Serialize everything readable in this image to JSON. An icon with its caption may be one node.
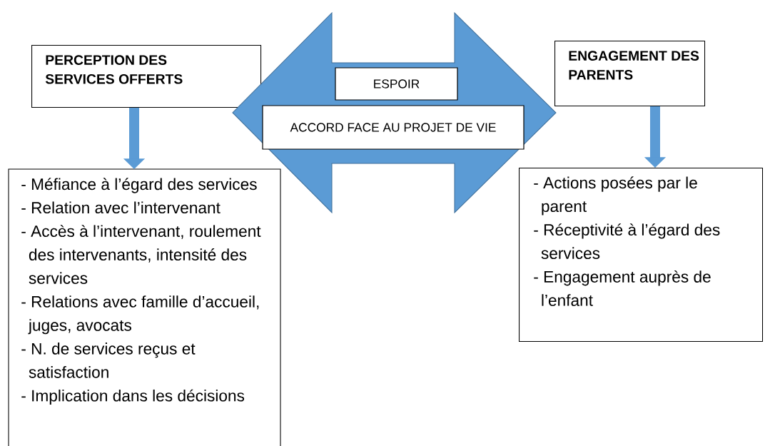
{
  "diagram": {
    "nodes": [
      {
        "text": [
          "PERCEPTION DES SERVICES OFFERTS"
        ]
      },
      {
        "text": [
          "- Méfiance à l’égard des services",
          "- Relation avec l’intervenant",
          "- Accès à l’intervenant, roulement des intervenants, intensité des services",
          "- Relations avec famille d’accueil, juges, avocats",
          "- N. de services reçus et satisfaction",
          "- Implication dans les décisions"
        ]
      },
      {
        "text": [],
        "shape": "arrow"
      },
      {
        "text": [
          "ESPOIR"
        ],
        "in": 2
      },
      {
        "text": [
          "ACCORD FACE AU PROJET DE VIE"
        ],
        "in": 2
      },
      {
        "text": [
          "ENGAGEMENT DES PARENTS"
        ]
      },
      {
        "text": [
          "- Actions posées par le parent",
          "- Réceptivité à l’égard des services",
          "- Engagement auprès de l’enfant"
        ]
      }
    ],
    "edges": [
      {
        "from": 0,
        "to": 1,
        "arrow": "to"
      },
      {
        "from": 5,
        "to": 6,
        "arrow": "to"
      }
    ]
  }
}
